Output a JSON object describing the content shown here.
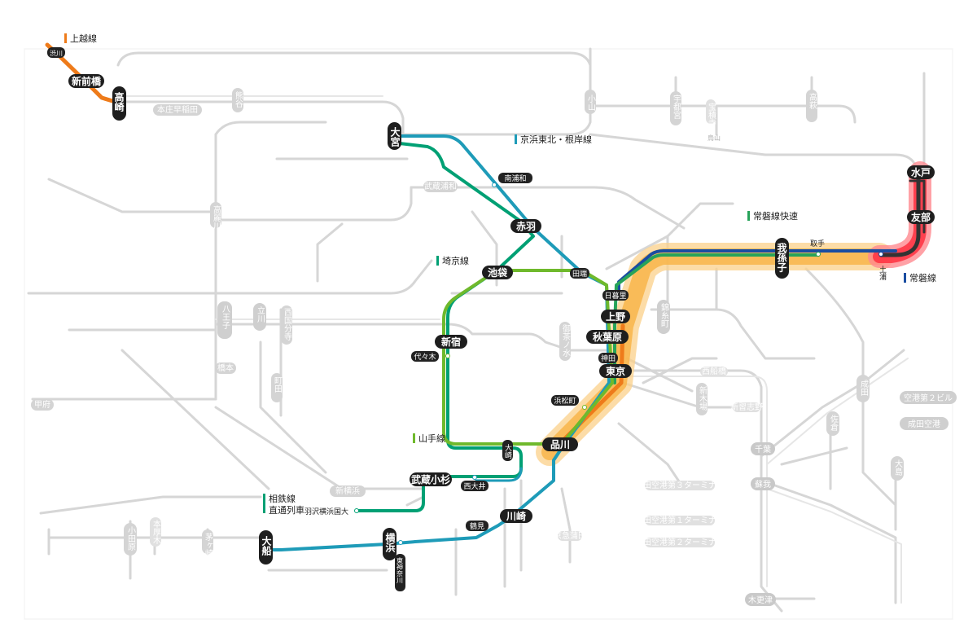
{
  "legend": {
    "joetsu": {
      "label": "上越線",
      "color": "#ee7b1a"
    },
    "keihin": {
      "label": "京浜東北・根岸線",
      "color": "#1e9bb8"
    },
    "joban_rapid": {
      "label": "常磐線快速",
      "color": "#27a35a"
    },
    "saikyo": {
      "label": "埼京線",
      "color": "#00a074"
    },
    "yamanote": {
      "label": "山手線",
      "color": "#6fb92c"
    },
    "sotetsu": {
      "label": "相鉄線\n直通列車",
      "color": "#00a074"
    },
    "joban": {
      "label": "常磐線",
      "color": "#1a4da1"
    }
  },
  "highlight_colors": {
    "orange_glow": "#f7a531",
    "red_glow": "#ff1a2a"
  },
  "stations": [
    {
      "id": "shibukawa",
      "name": "渋川"
    },
    {
      "id": "shinmaebashi",
      "name": "新前橋"
    },
    {
      "id": "takasaki",
      "name": "高崎"
    },
    {
      "id": "omiya",
      "name": "大宮"
    },
    {
      "id": "minamiurawa",
      "name": "南浦和"
    },
    {
      "id": "akabane",
      "name": "赤羽"
    },
    {
      "id": "ikebukuro",
      "name": "池袋"
    },
    {
      "id": "tabata",
      "name": "田端"
    },
    {
      "id": "nippori",
      "name": "日暮里"
    },
    {
      "id": "ueno",
      "name": "上野"
    },
    {
      "id": "akihabara",
      "name": "秋葉原"
    },
    {
      "id": "kanda",
      "name": "神田"
    },
    {
      "id": "tokyo",
      "name": "東京"
    },
    {
      "id": "hamamatsucho",
      "name": "浜松町"
    },
    {
      "id": "shinagawa",
      "name": "品川"
    },
    {
      "id": "shinjuku",
      "name": "新宿"
    },
    {
      "id": "yoyogi",
      "name": "代々木"
    },
    {
      "id": "osaki",
      "name": "大崎"
    },
    {
      "id": "musashikosugi",
      "name": "武蔵小杉"
    },
    {
      "id": "nishioi",
      "name": "西大井"
    },
    {
      "id": "hazawa",
      "name": "羽沢横浜国大"
    },
    {
      "id": "kawasaki",
      "name": "川崎"
    },
    {
      "id": "tsurumi",
      "name": "鶴見"
    },
    {
      "id": "yokohama",
      "name": "横浜"
    },
    {
      "id": "higashikanagawa",
      "name": "東神奈川"
    },
    {
      "id": "ofuna",
      "name": "大船"
    },
    {
      "id": "abiko",
      "name": "我孫子"
    },
    {
      "id": "toride",
      "name": "取手"
    },
    {
      "id": "tsuchiura",
      "name": "土浦"
    },
    {
      "id": "tomobe",
      "name": "友部"
    },
    {
      "id": "mito",
      "name": "水戸"
    }
  ],
  "background_labels": {
    "honjo_waseda": "本庄早稲田",
    "kumagaya": "熊谷",
    "oyama": "小山",
    "utsunomiya": "宇都宮",
    "hoshakuji": "宝積寺",
    "karasuyama": "烏山",
    "takahagi": "高萩",
    "musashi_urawa": "武蔵浦和",
    "takasaka": "高麗川",
    "hachioji": "八王子",
    "tachikawa": "立川",
    "nishikokubunji": "西国分寺",
    "kofu": "甲府",
    "hashimoto": "橋本",
    "machida": "町田",
    "ochanomizu": "御茶ノ水",
    "kinshicho": "錦糸町",
    "shinkiba": "新木場",
    "nishifunabashi": "西船橋",
    "shinnarashino": "新習志野",
    "chiba": "千葉",
    "soga": "蘇我",
    "sakura": "佐倉",
    "narita": "成田",
    "airport_t2": "空港第２ビル",
    "narita_airport": "成田空港",
    "kisarazu": "木更津",
    "odawara": "小田原",
    "chigasaki": "茅ヶ崎",
    "shinyokohama": "新横浜",
    "haneda_t3": "羽田空港第３ターミナル",
    "haneda_t1": "羽田空港第１ターミナル",
    "haneda_t2": "羽田空港第２ターミナル",
    "oshima": "大島",
    "keikyu_kamata": "京急蒲田",
    "hon_atsugi": "本厚木"
  }
}
